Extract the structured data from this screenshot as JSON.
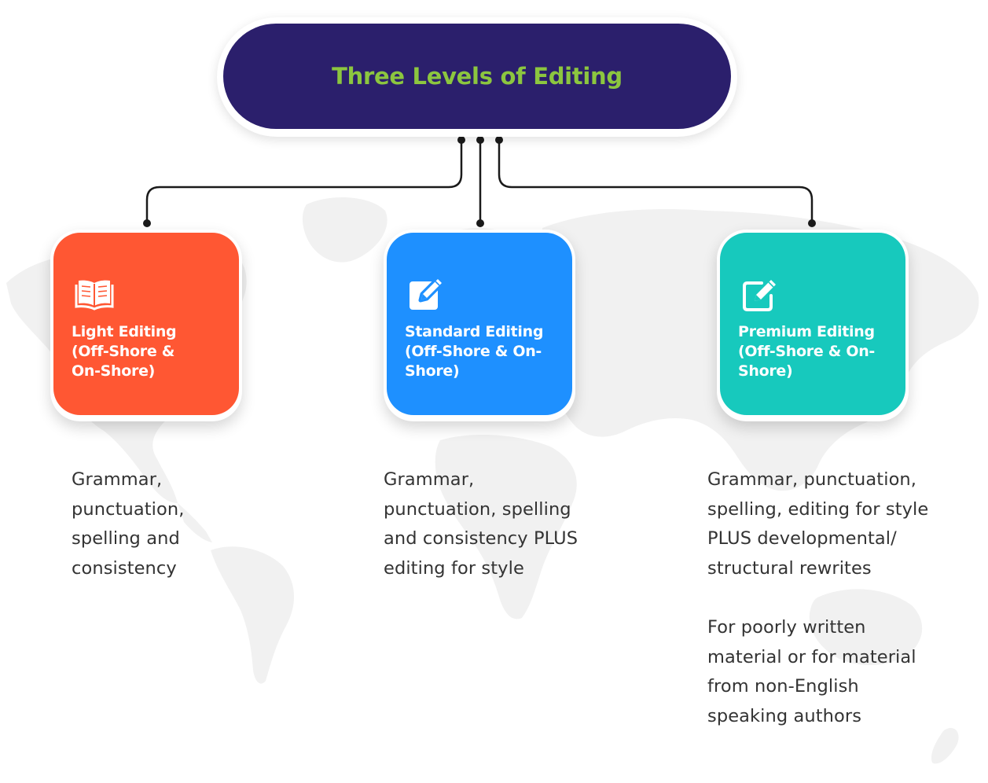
{
  "title": "Three Levels of Editing",
  "colors": {
    "title_bg": "#2b1f6c",
    "title_text": "#8cc63f",
    "light": "#ff5733",
    "standard": "#1e90ff",
    "premium": "#17c9bd",
    "connector": "#1a1a1a",
    "map": "#f1f1f1"
  },
  "levels": [
    {
      "icon": "open-book-icon",
      "label_lines": [
        "Light Editing",
        "(Off-Shore &",
        "On-Shore)"
      ],
      "description_lines": [
        "Grammar,",
        "punctuation,",
        "spelling and",
        "consistency"
      ]
    },
    {
      "icon": "edit-pencil-icon",
      "label_lines": [
        "Standard Editing",
        "(Off-Shore & On-",
        "Shore)"
      ],
      "description_lines": [
        "Grammar,",
        "punctuation, spelling",
        "and consistency PLUS",
        "editing for style"
      ]
    },
    {
      "icon": "edit-square-icon",
      "label_lines": [
        "Premium Editing",
        "(Off-Shore & On-",
        "Shore)"
      ],
      "description_lines": [
        "Grammar, punctuation,",
        "spelling, editing for style",
        "PLUS developmental/",
        "structural rewrites"
      ],
      "note_lines": [
        "For poorly written",
        "material or for material",
        "from non-English",
        "speaking authors"
      ]
    }
  ]
}
